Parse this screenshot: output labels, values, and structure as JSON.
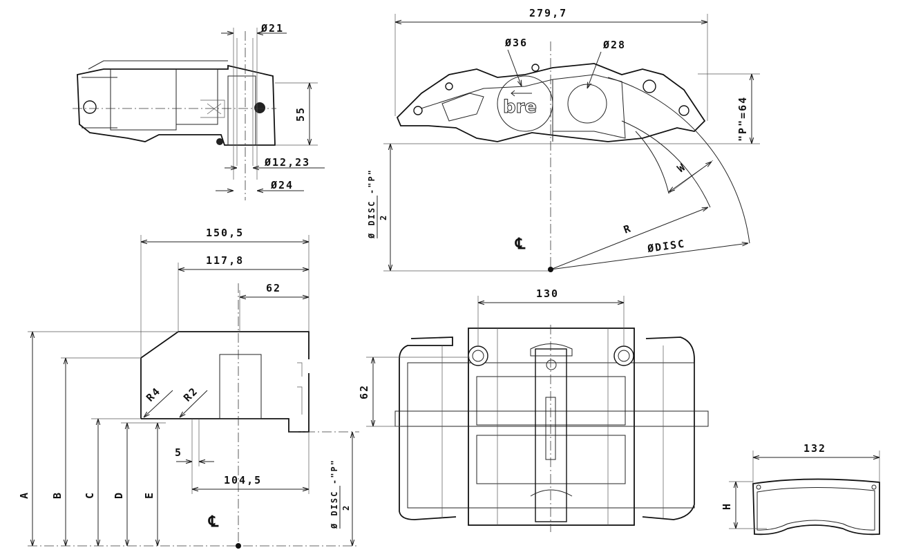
{
  "side_view": {
    "dia_21": "Ø21",
    "height_55": "55",
    "dia_12_23": "Ø12,23",
    "dia_24": "Ø24"
  },
  "top_view": {
    "width_279_7": "279,7",
    "dia_36": "Ø36",
    "dia_28": "Ø28",
    "p_64": "\"P\"=64",
    "disc_half_num": "Ø DISC",
    "disc_half_den": "2",
    "disc_half_suffix": "-\"P\"",
    "label_w": "W",
    "label_r": "R",
    "label_disc": "ØDISC",
    "centre_symbol": "℄",
    "logo": "bre"
  },
  "profile_view": {
    "dim_150_5": "150,5",
    "dim_117_8": "117,8",
    "dim_62": "62",
    "r4": "R4",
    "r2": "R2",
    "dim_5": "5",
    "dim_104_5": "104,5",
    "label_a": "A",
    "label_b": "B",
    "label_c": "C",
    "label_d": "D",
    "label_e": "E",
    "disc_half_num": "Ø DISC",
    "disc_half_den": "2",
    "disc_half_suffix": "-\"P\"",
    "centre_symbol": "℄"
  },
  "front_view": {
    "dim_130": "130",
    "dim_62": "62"
  },
  "pad_view": {
    "dim_132": "132",
    "label_h": "H"
  }
}
